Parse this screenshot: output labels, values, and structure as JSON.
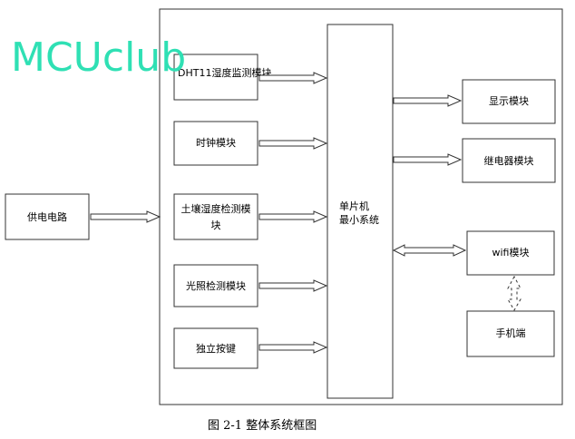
{
  "watermark": "MCUclub",
  "blocks": {
    "power": "供电电路",
    "dht11": "DHT11湿度监测模块",
    "clock": "时钟模块",
    "soil_line1": "土壤湿度检测模",
    "soil_line2": "块",
    "light": "光照检测模块",
    "button": "独立按键",
    "mcu_line1": "单片机",
    "mcu_line2": "最小系统",
    "display": "显示模块",
    "relay": "继电器模块",
    "wifi": "wifi模块",
    "phone": "手机端"
  },
  "caption": "图 2-1  整体系统框图"
}
